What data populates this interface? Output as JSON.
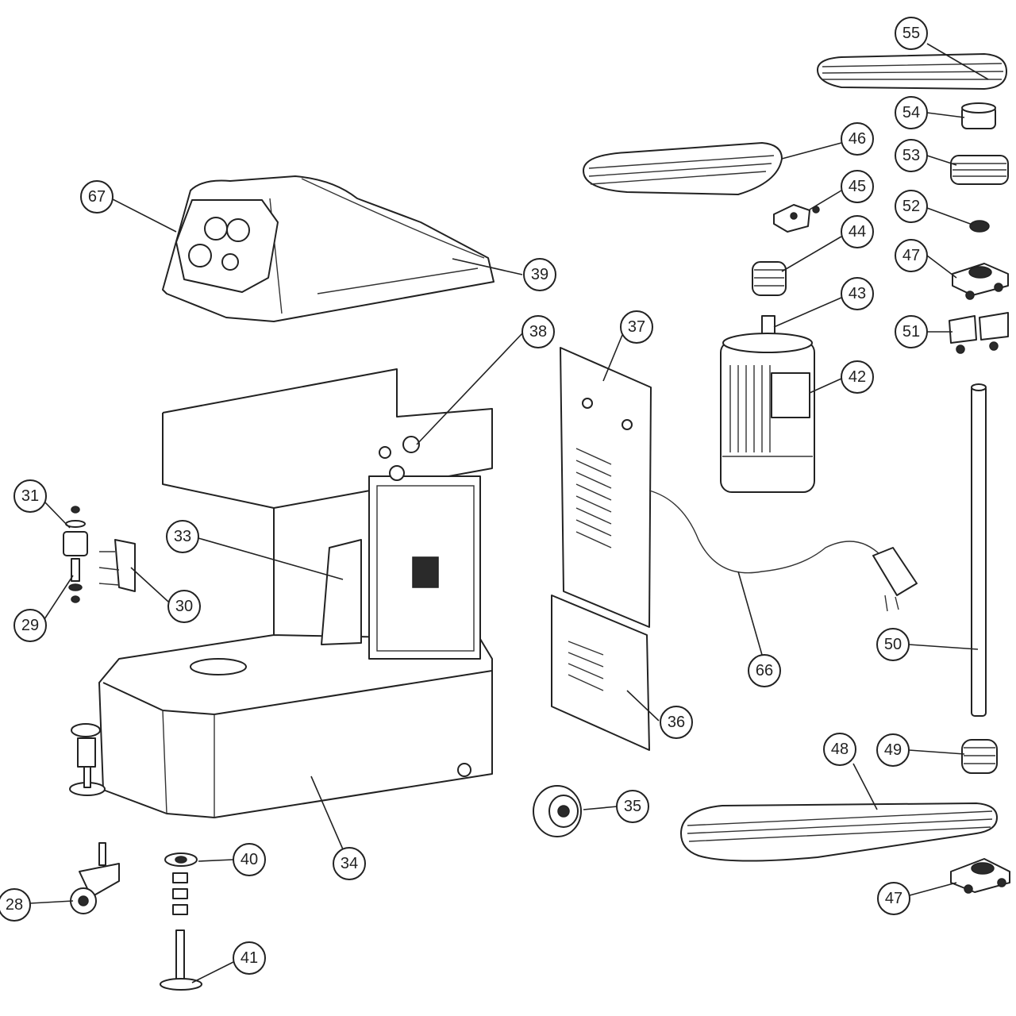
{
  "callouts": [
    {
      "id": "55",
      "label": "55",
      "part": "belt-top"
    },
    {
      "id": "54",
      "label": "54",
      "part": "bushing"
    },
    {
      "id": "53",
      "label": "53",
      "part": "small-pulley"
    },
    {
      "id": "52",
      "label": "52",
      "part": "key"
    },
    {
      "id": "47a",
      "label": "47",
      "part": "bearing-block-upper"
    },
    {
      "id": "51",
      "label": "51",
      "part": "bracket-pair"
    },
    {
      "id": "46",
      "label": "46",
      "part": "belt-middle"
    },
    {
      "id": "45",
      "label": "45",
      "part": "tensioner-bracket"
    },
    {
      "id": "44",
      "label": "44",
      "part": "motor-pulley"
    },
    {
      "id": "43",
      "label": "43",
      "part": "motor-shaft"
    },
    {
      "id": "42",
      "label": "42",
      "part": "motor"
    },
    {
      "id": "67",
      "label": "67",
      "part": "control-panel"
    },
    {
      "id": "39",
      "label": "39",
      "part": "top-cover"
    },
    {
      "id": "38",
      "label": "38",
      "part": "shaft-fitting"
    },
    {
      "id": "37",
      "label": "37",
      "part": "rear-panel-upper"
    },
    {
      "id": "31",
      "label": "31",
      "part": "rubber-mount"
    },
    {
      "id": "33",
      "label": "33",
      "part": "electrical-box"
    },
    {
      "id": "30",
      "label": "30",
      "part": "hinge-plate"
    },
    {
      "id": "29",
      "label": "29",
      "part": "mount-bolt"
    },
    {
      "id": "50",
      "label": "50",
      "part": "shaft"
    },
    {
      "id": "66",
      "label": "66",
      "part": "power-cord"
    },
    {
      "id": "36",
      "label": "36",
      "part": "rear-panel-lower"
    },
    {
      "id": "49",
      "label": "49",
      "part": "pulley-lower"
    },
    {
      "id": "48",
      "label": "48",
      "part": "belt-bottom"
    },
    {
      "id": "35",
      "label": "35",
      "part": "drive-wheel"
    },
    {
      "id": "40",
      "label": "40",
      "part": "foot-top"
    },
    {
      "id": "34",
      "label": "34",
      "part": "base-frame"
    },
    {
      "id": "28",
      "label": "28",
      "part": "caster"
    },
    {
      "id": "47b",
      "label": "47",
      "part": "bearing-block-lower"
    },
    {
      "id": "41",
      "label": "41",
      "part": "leveling-foot"
    }
  ]
}
